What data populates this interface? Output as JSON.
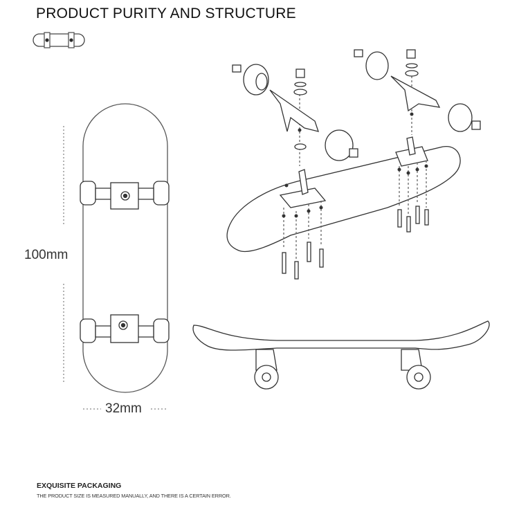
{
  "header": {
    "title": "PRODUCT PURITY AND STRUCTURE"
  },
  "dimensions": {
    "length": "100mm",
    "width": "32mm"
  },
  "footer": {
    "title": "EXQUISITE PACKAGING",
    "note": "THE PRODUCT SIZE IS MEASURED MANUALLY, AND THERE IS A CERTAIN ERROR."
  }
}
